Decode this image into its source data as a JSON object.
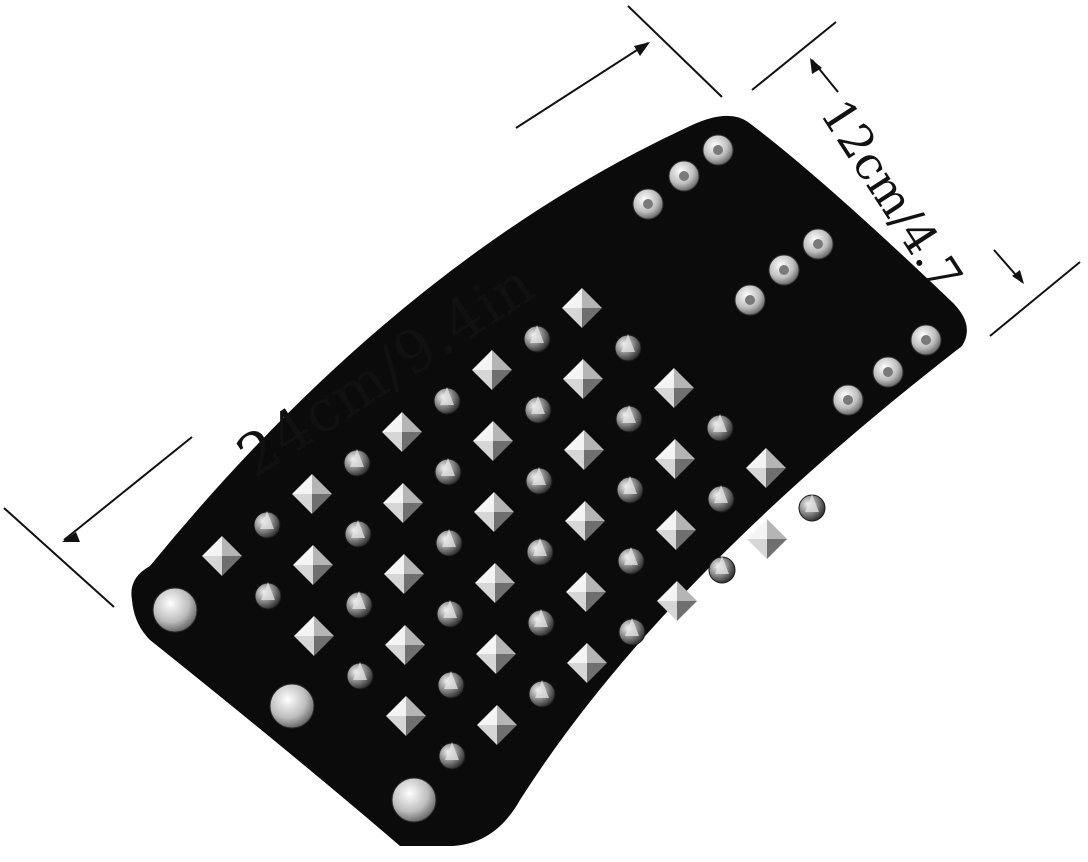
{
  "image": {
    "subject": "black leather wristband cuff with silver studs and spikes",
    "background_color": "#ffffff",
    "leather_color": "#0b0b0b",
    "stud_color": "#c9c9c9"
  },
  "dimensions": {
    "length_label": "24cm/9.4in",
    "width_label": "12cm/4.7"
  }
}
